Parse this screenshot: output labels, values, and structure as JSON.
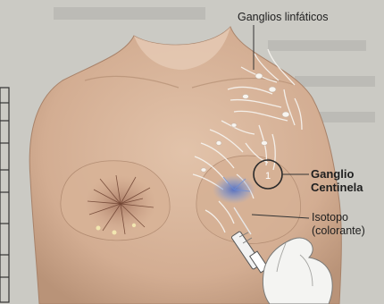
{
  "labels": {
    "lymph_nodes": "Ganglios linfáticos",
    "sentinel_line1": "Ganglio",
    "sentinel_line2": "Centinela",
    "isotope_line1": "Isotopo",
    "isotope_line2": "(colorante)",
    "marker_number": "1"
  },
  "colors": {
    "skin": "#d9b59b",
    "skin_shadow": "#c09a80",
    "vessels": "#f4f1ec",
    "dye": "#5b7fd0",
    "leader": "#333333",
    "background": "#c9c8c2"
  }
}
